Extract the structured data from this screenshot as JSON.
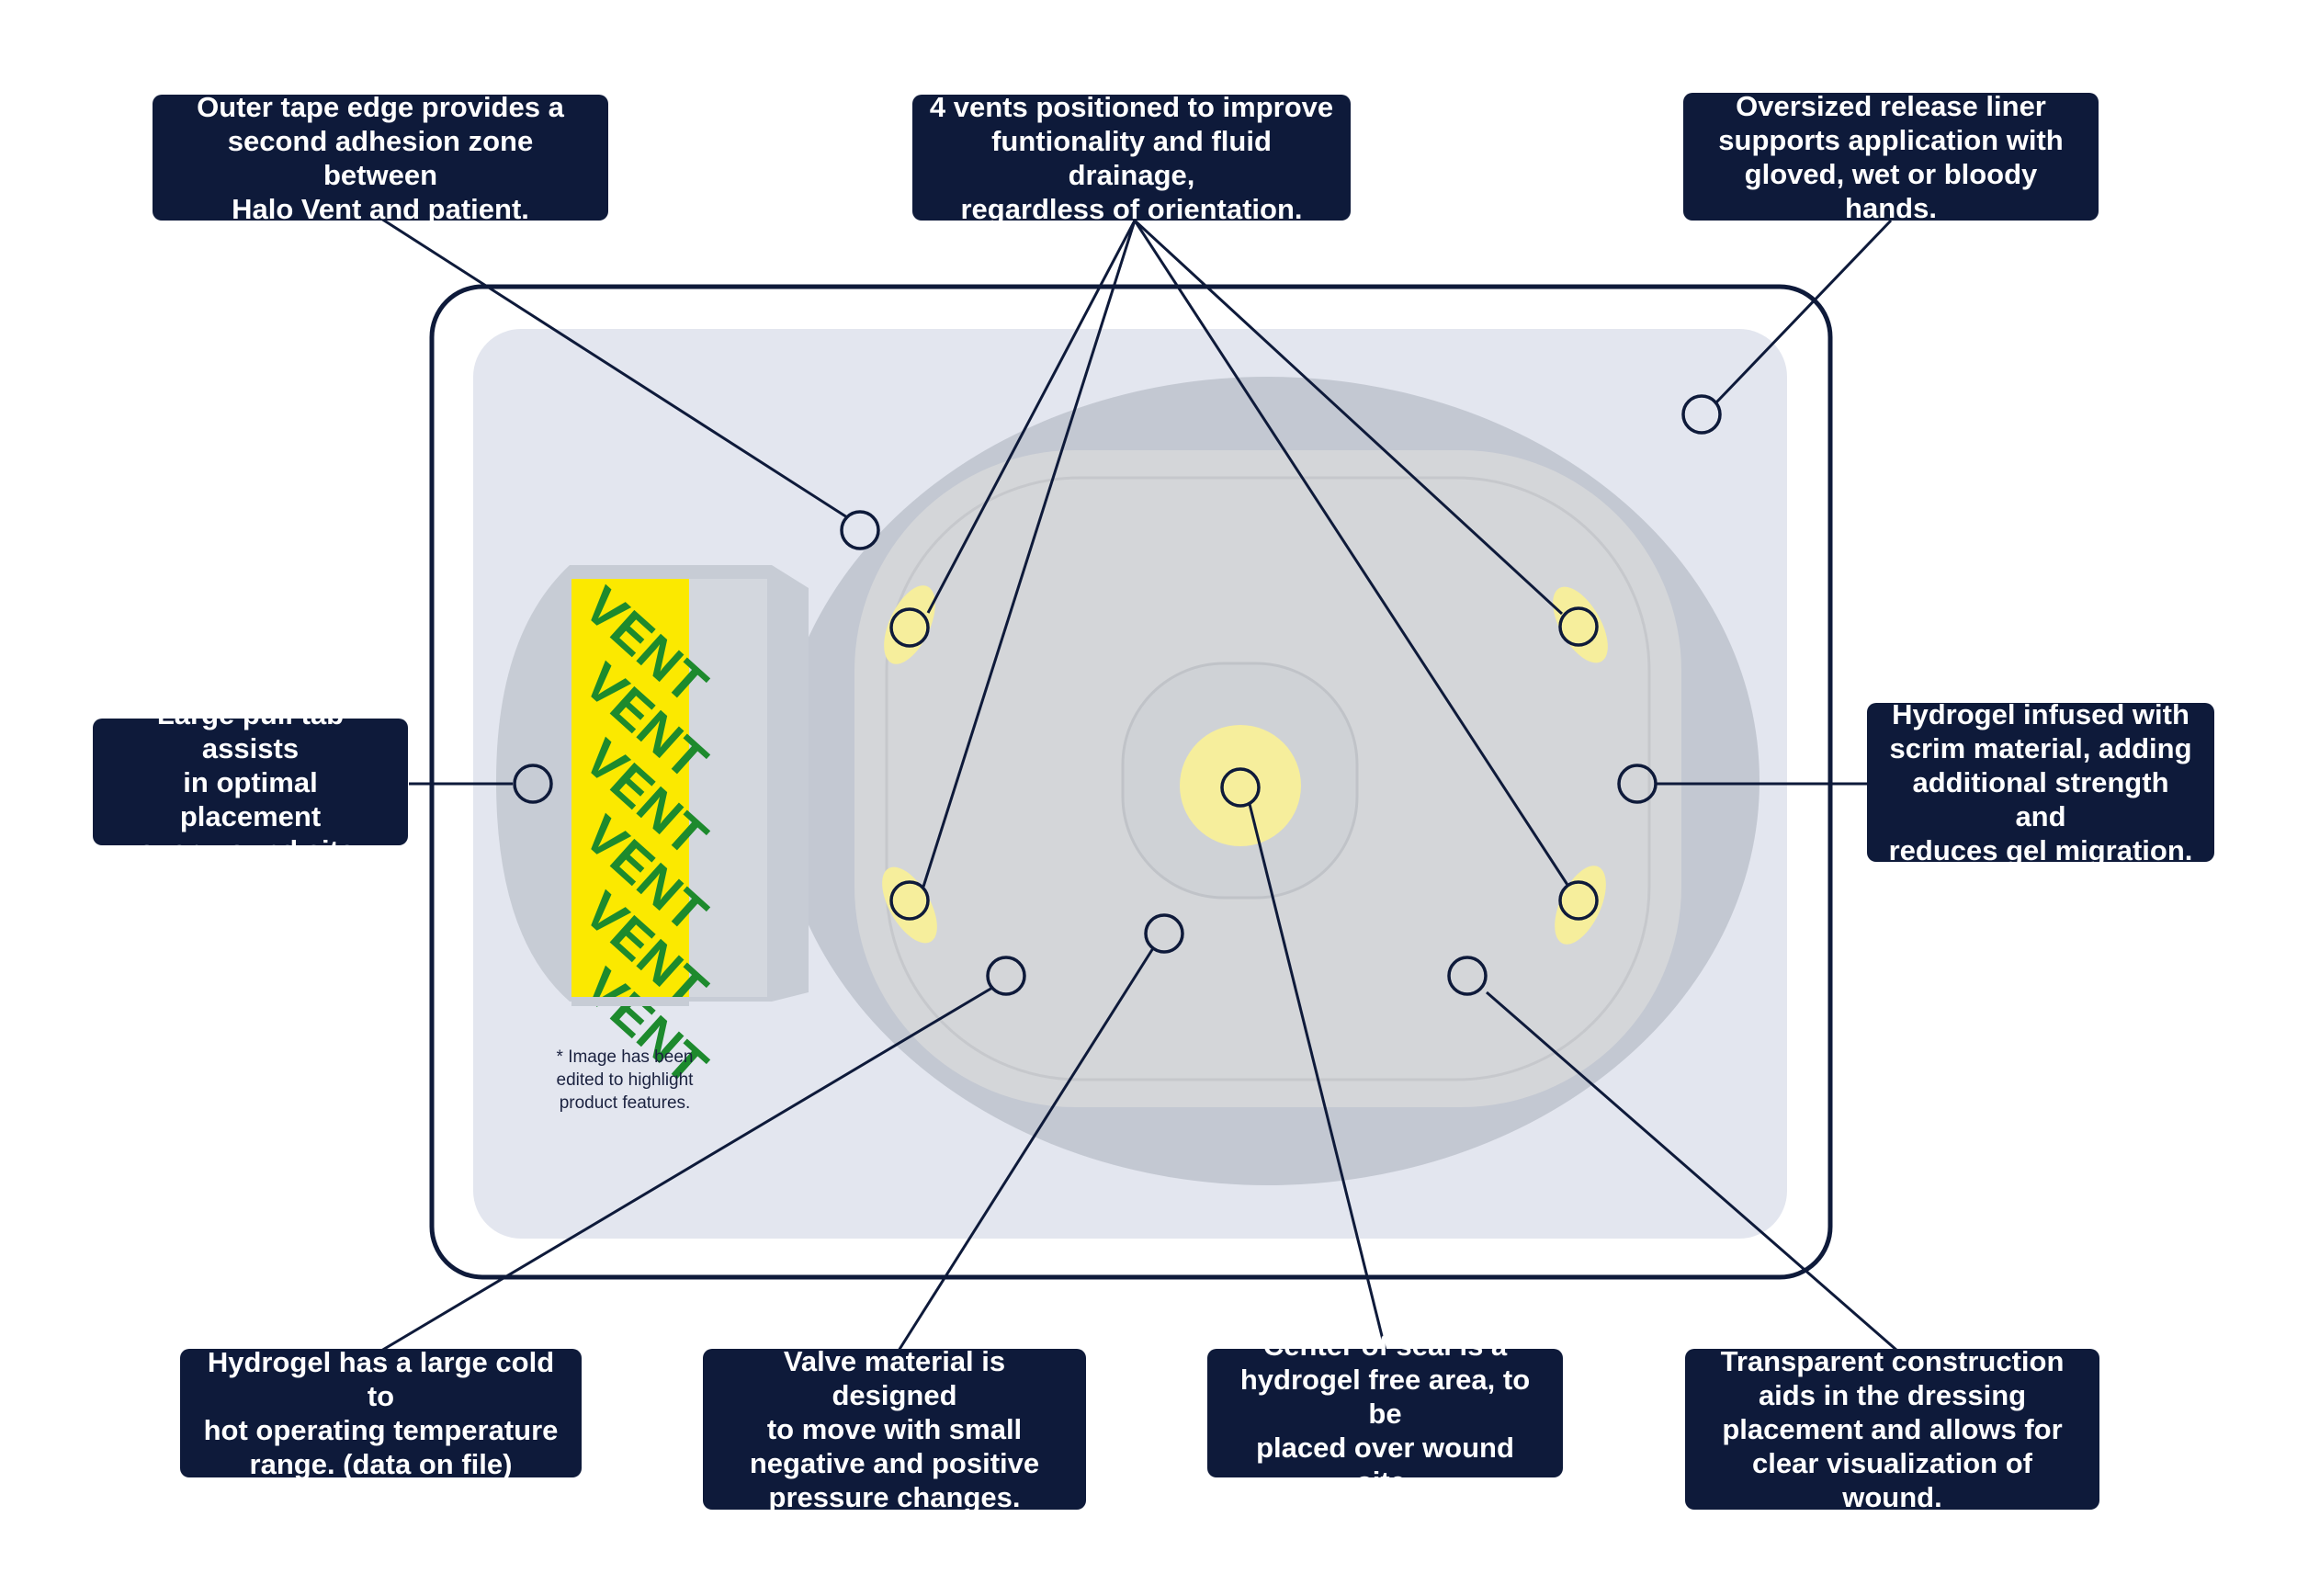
{
  "callouts": {
    "outer_tape": "Outer tape edge provides a\nsecond adhesion zone between\nHalo Vent and patient.",
    "vents": "4 vents positioned to improve\nfuntionality and fluid drainage,\nregardless of orientation.",
    "release_liner": "Oversized release liner\nsupports application with\ngloved, wet or bloody hands.",
    "pull_tab": "Large pull tab assists\nin optimal placement\nover wound site.",
    "scrim": "Hydrogel infused with\nscrim material, adding\nadditional strength and\nreduces gel migration.",
    "temperature": "Hydrogel has a large cold to\nhot operating temperature\nrange. (data on file)",
    "valve": "Valve material is designed\nto move with small\nnegative and positive\npressure changes.",
    "center_seal": "Center of seal is a\nhydrogel free area, to be\nplaced over wound site.",
    "transparent": "Transparent construction\naids in the dressing\nplacement and allows for\nclear visualization of wound."
  },
  "tab_text": "VENT",
  "footnote": "* Image has been\nedited to highlight\nproduct features.",
  "colors": {
    "navy": "#0e1a3a",
    "liner": "#e3e6ef",
    "seal_ring": "#c3c8d2",
    "gel": "#d4d6d9",
    "vent_yellow": "#f6ee9c",
    "tab_yellow": "#fbe900",
    "tab_text": "#1d8a2d"
  }
}
